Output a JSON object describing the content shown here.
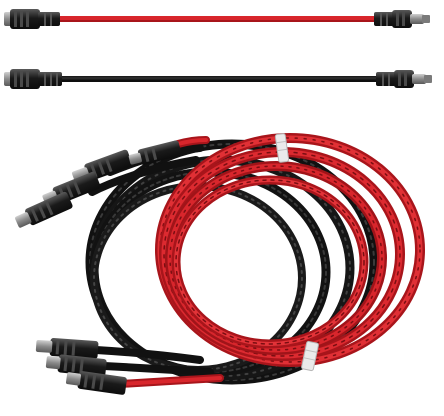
{
  "image": {
    "subject": "solar-panel-extension-cables",
    "background_color": "#ffffff",
    "colors": {
      "red_cable": "#d8262c",
      "red_cable_dark": "#a8151b",
      "black_cable": "#1c1c1c",
      "black_cable_light": "#3c3c3c",
      "connector_body": "#1a1a1a",
      "connector_highlight": "#5a5a5a",
      "metal_tip": "#9a9a9a",
      "zip_tie": "#e8e8e8"
    },
    "cables": [
      {
        "name": "red-straight-cable",
        "color": "red"
      },
      {
        "name": "black-straight-cable",
        "color": "black"
      },
      {
        "name": "coiled-cable-bundle",
        "color": "red-and-black"
      }
    ]
  }
}
